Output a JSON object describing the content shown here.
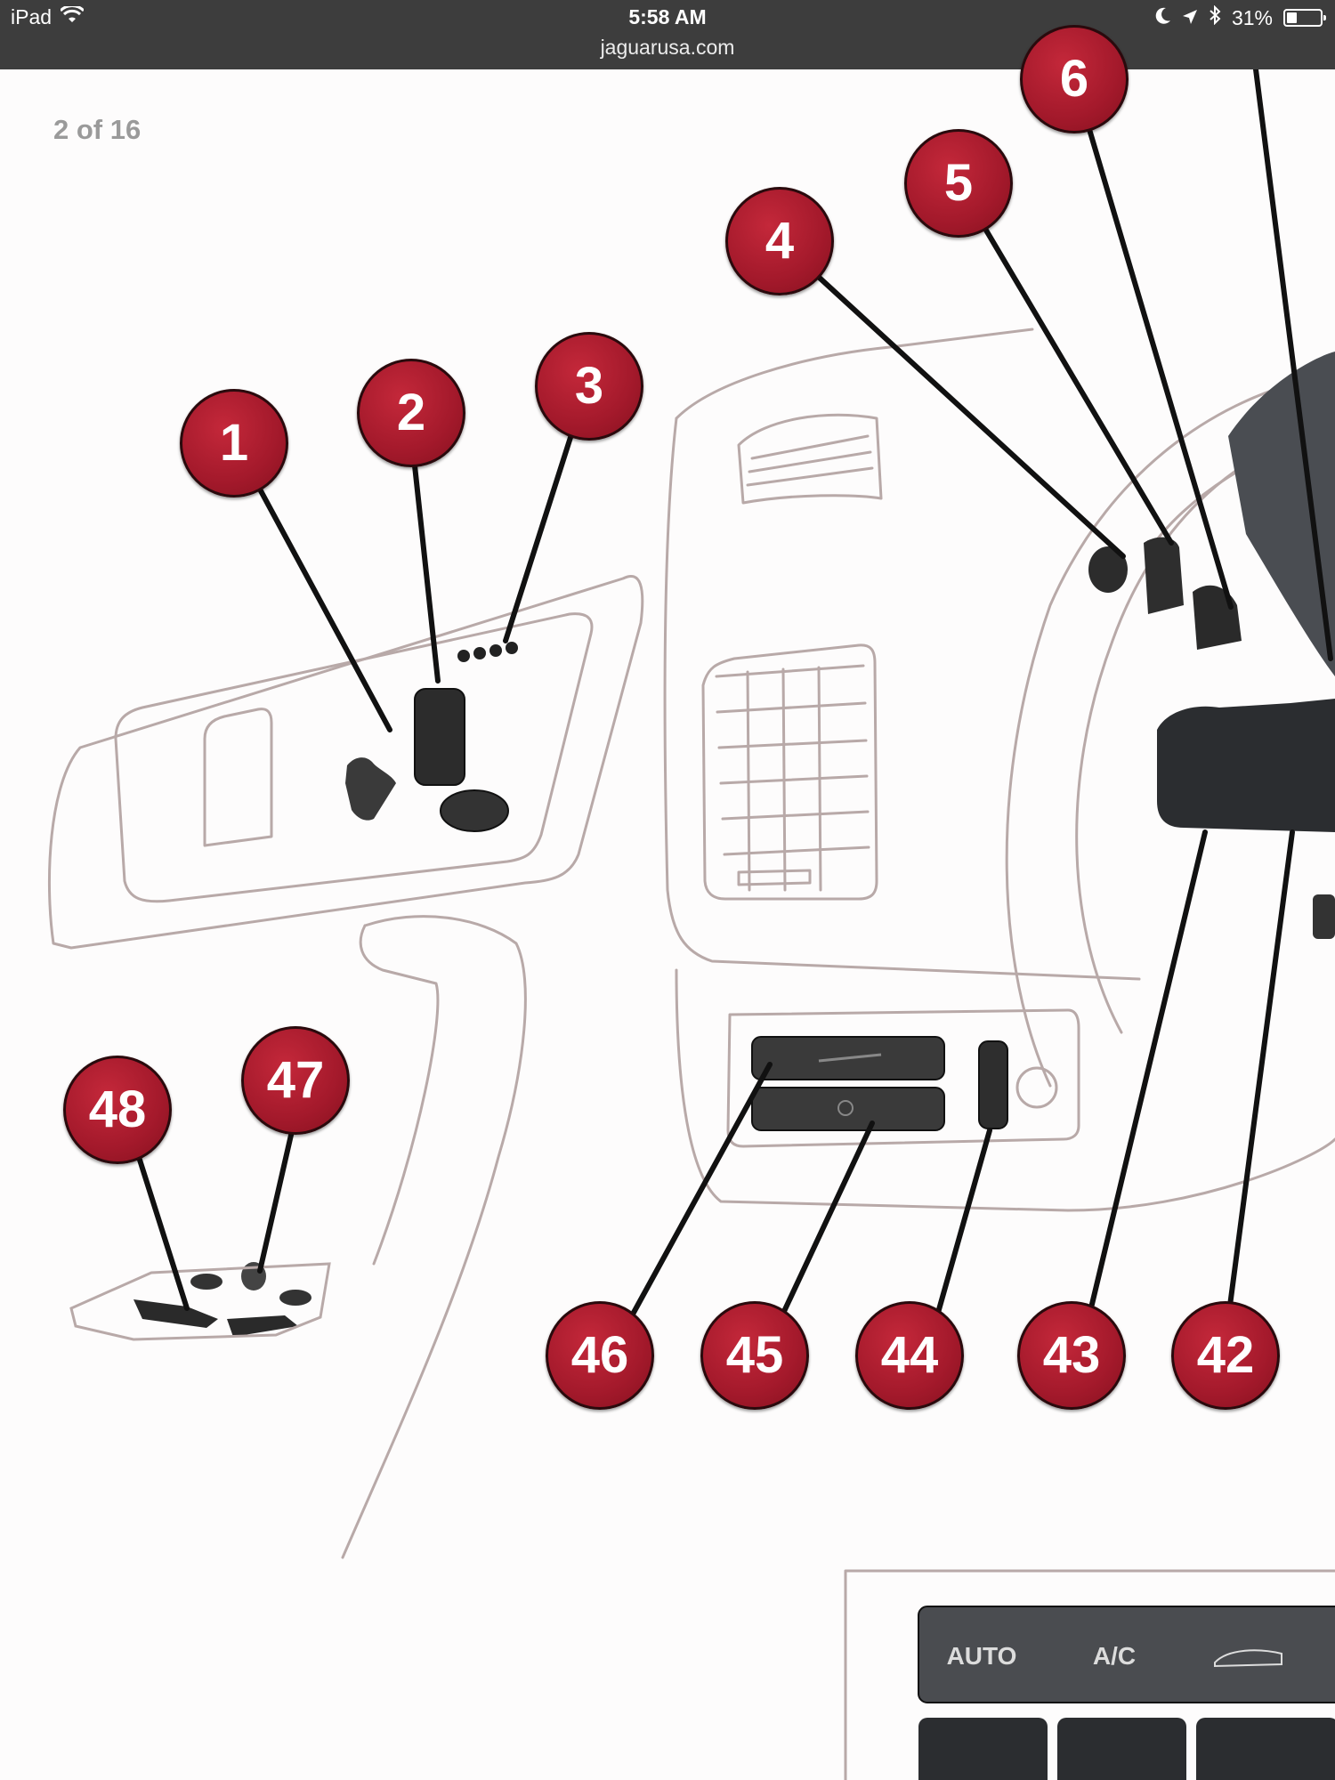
{
  "status_bar": {
    "device": "iPad",
    "time": "5:58 AM",
    "url": "jaguarusa.com",
    "battery": "31%",
    "battery_level": 0.31,
    "icons": [
      "wifi-icon",
      "moon-icon",
      "location-arrow-icon",
      "bluetooth-icon",
      "battery-icon"
    ]
  },
  "gallery": {
    "counter": "2 of 16"
  },
  "callouts": [
    "1",
    "2",
    "3",
    "4",
    "5",
    "6",
    "42",
    "43",
    "44",
    "45",
    "46",
    "47",
    "48"
  ],
  "panel_labels": {
    "auto": "AUTO",
    "ac": "A/C"
  },
  "colors": {
    "callout_red": "#a3192b",
    "status_bar": "#3d3d3d",
    "line": "#b8a9a8"
  }
}
